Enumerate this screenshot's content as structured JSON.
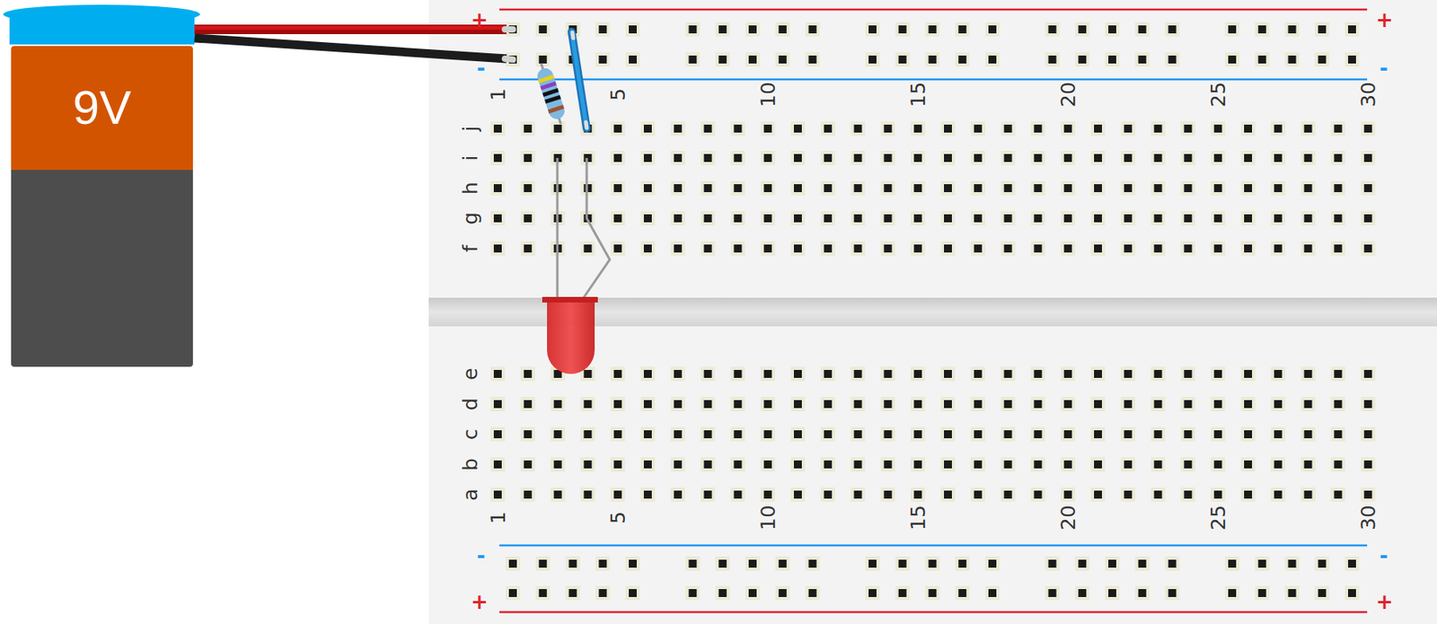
{
  "diagram": {
    "nodes": [
      {
        "text": [
          "9V"
        ]
      }
    ],
    "labels": [
      "+",
      "+",
      "-",
      "-",
      "1",
      "5",
      "10",
      "15",
      "20",
      "25",
      "30",
      "j",
      "i",
      "h",
      "g",
      "f",
      "e",
      "d",
      "c",
      "b",
      "a",
      "1",
      "5",
      "10",
      "15",
      "20",
      "25",
      "30",
      "-",
      "-",
      "+",
      "+"
    ]
  }
}
